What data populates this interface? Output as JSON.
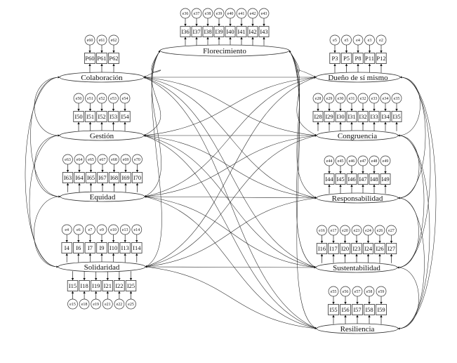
{
  "factors": [
    {
      "name": "Florecimiento",
      "top": [
        "I36",
        "I37",
        "I38",
        "I39",
        "I40",
        "I41",
        "I42",
        "I43"
      ],
      "top_errors": [
        "e36",
        "e37",
        "e38",
        "e39",
        "e40",
        "e41",
        "e42",
        "e43"
      ]
    },
    {
      "name": "Colaboración",
      "top": [
        "P60",
        "P61",
        "P62"
      ],
      "top_errors": [
        "e60",
        "e61",
        "e62"
      ]
    },
    {
      "name": "Gestión",
      "top": [
        "I50",
        "I51",
        "I52",
        "I53",
        "I54"
      ],
      "top_errors": [
        "e50",
        "e51",
        "e52",
        "e53",
        "e54"
      ]
    },
    {
      "name": "Equidad",
      "top": [
        "I63",
        "I64",
        "I65",
        "I67",
        "I68",
        "I69",
        "I70"
      ],
      "top_errors": [
        "e63",
        "e64",
        "e65",
        "e67",
        "e68",
        "e69",
        "e70"
      ]
    },
    {
      "name": "Solidaridad",
      "top": [
        "I4",
        "I6",
        "I7",
        "I9",
        "I10",
        "I13",
        "I14"
      ],
      "top_errors": [
        "e4",
        "e6",
        "e7",
        "e9",
        "e10",
        "e13",
        "e14"
      ],
      "bottom": [
        "I15",
        "I18",
        "I19",
        "I21",
        "I22",
        "I25"
      ],
      "bottom_errors": [
        "e15",
        "e18",
        "e19",
        "e21",
        "e22",
        "e25"
      ]
    },
    {
      "name": "Dueño de sí mismo",
      "top": [
        "P3",
        "P5",
        "P8",
        "P11",
        "P12"
      ],
      "top_errors": [
        "e5",
        "e5",
        "e4",
        "e3",
        "e2"
      ]
    },
    {
      "name": "Congruencia",
      "top": [
        "I28",
        "I29",
        "I30",
        "I31",
        "I32",
        "I33",
        "I34",
        "I35"
      ],
      "top_errors": [
        "e28",
        "e29",
        "e30",
        "e31",
        "e32",
        "e33",
        "e34",
        "e35"
      ]
    },
    {
      "name": "Responsabilidad",
      "top": [
        "I44",
        "I45",
        "I46",
        "I47",
        "I48",
        "I49"
      ],
      "top_errors": [
        "e44",
        "e45",
        "e46",
        "e47",
        "e48",
        "e49"
      ]
    },
    {
      "name": "Sustentabilidad",
      "top": [
        "I16",
        "I17",
        "I20",
        "I23",
        "I24",
        "I26",
        "I27"
      ],
      "top_errors": [
        "e16",
        "e17",
        "e20",
        "e23",
        "e24",
        "e26",
        "e27"
      ]
    },
    {
      "name": "Resiliencia",
      "top": [
        "I55",
        "I56",
        "I57",
        "I58",
        "I59"
      ],
      "top_errors": [
        "e55",
        "e56",
        "e57",
        "e58",
        "e59"
      ]
    }
  ]
}
